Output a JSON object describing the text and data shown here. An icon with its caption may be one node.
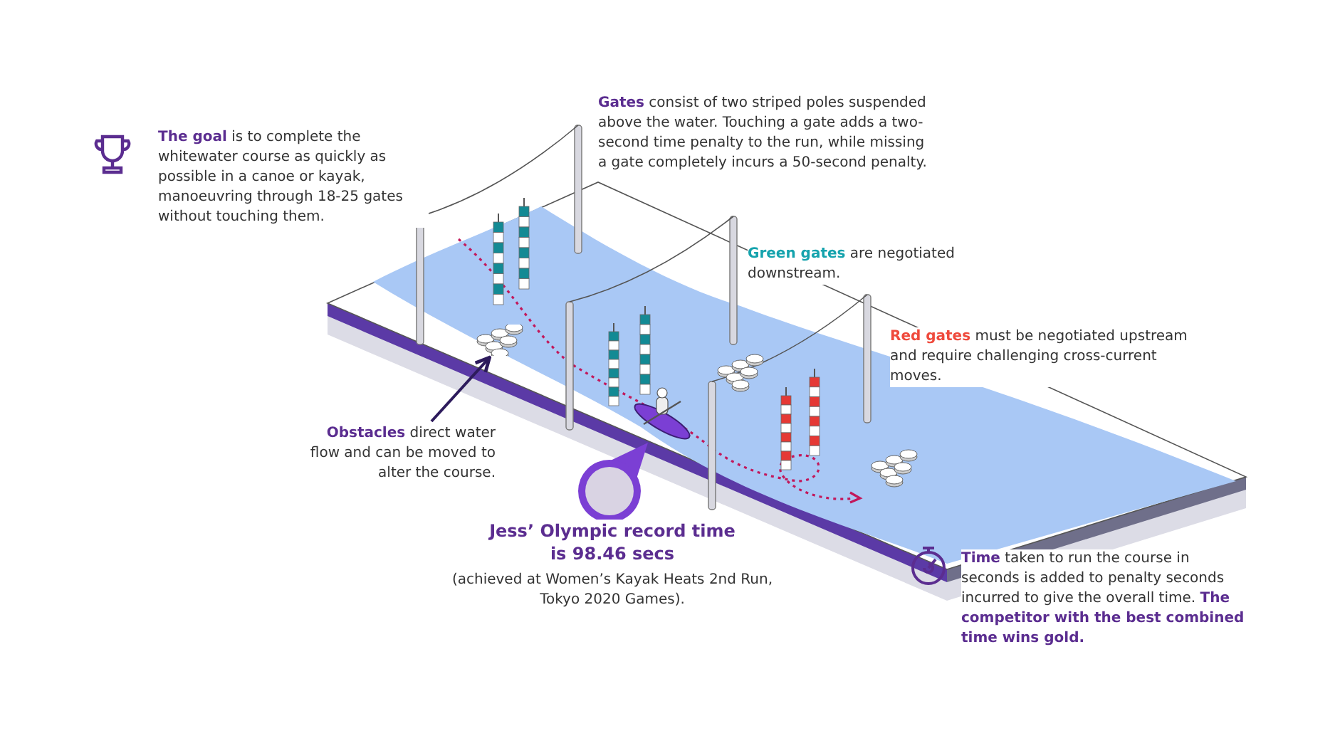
{
  "diagram": {
    "nodes": [
      {
        "text": [
          "**Obstacles** direct water flow and can be moved to alter the course."
        ]
      },
      {
        "text": [],
        "shape": "picture"
      }
    ],
    "edges": [
      {
        "from": 0,
        "to": 1,
        "arrow": "to"
      }
    ],
    "labels": [
      "**The goal** is to complete the whitewater course as quickly as possible in a canoe or kayak, manoeuvring through 18-25 gates without touching them.",
      "**Gates** consist of two striped poles suspended above the water. Touching a gate adds a two-second time penalty to the run, while missing a gate completely incurs a 50-second penalty.",
      "**Green gates** are negotiated downstream.",
      "**Red gates** must be negotiated upstream and require challenging cross-current moves.",
      "Jess’ Olympic record time is 98.46 secs",
      "(achieved at Women’s Kayak Heats 2nd Run, Tokyo 2020 Games).",
      "**Time** taken to run the course in seconds is added to penalty seconds incurred to give the overall time. **The competitor with the best combined time wins gold.**"
    ]
  }
}
